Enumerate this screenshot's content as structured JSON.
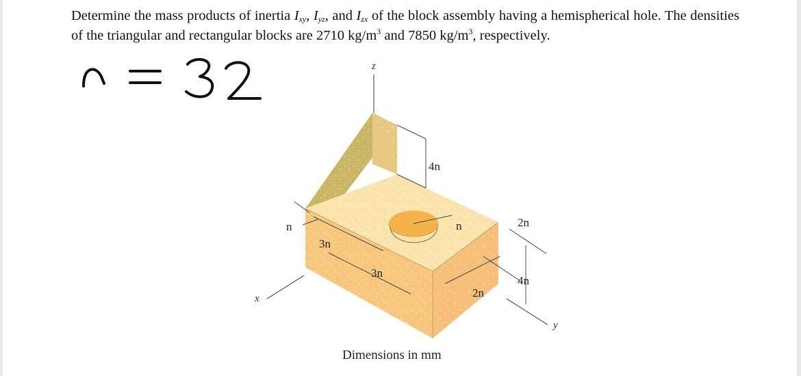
{
  "problem": {
    "text_1": "Determine the mass products of inertia ",
    "ixy_base": "I",
    "ixy_sub": "xy",
    "sep_1": ", ",
    "iyz_base": "I",
    "iyz_sub": "yz",
    "sep_2": ", and ",
    "izx_base": "I",
    "izx_sub": "zx",
    "text_2": " of the block assembly having a hemispherical hole. The densities of the triangular and rectangular blocks are 2710 kg/m",
    "exp_1": "3",
    "text_3": " and 7850 kg/m",
    "exp_2": "3",
    "text_4": ", respectively."
  },
  "handwritten_note": "n = 32",
  "figure": {
    "axis_z": "z",
    "axis_x": "x",
    "axis_y": "y",
    "dim_4n_top": "4n",
    "dim_n_left": "n",
    "dim_3n_upper": "3n",
    "dim_n_hole": "n",
    "dim_2n_right": "2n",
    "dim_3n_lower": "3n",
    "dim_4n_right": "4n",
    "dim_2n_lower": "2n",
    "caption": "Dimensions in mm"
  },
  "colors": {
    "block_top": "#fbe3ae",
    "block_left": "#f7c77e",
    "block_right": "#f6c07a",
    "triangle_slope": "#c9b766",
    "triangle_side": "#e6c981",
    "hole": "#f3b24a"
  }
}
